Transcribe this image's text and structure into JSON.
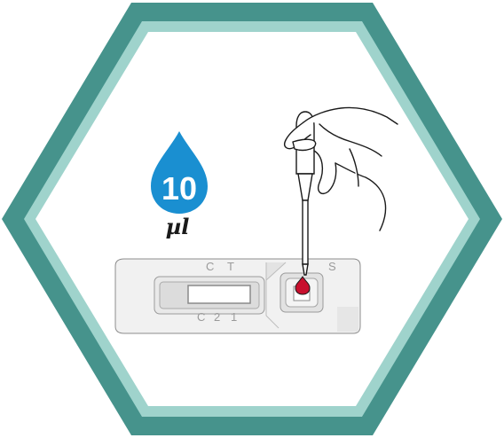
{
  "drop": {
    "number": "10",
    "unit": "µl",
    "color": "#1a8fd1"
  },
  "cassette": {
    "top_labels": [
      "C",
      "T"
    ],
    "sample_label": "S",
    "bottom_labels": [
      "C",
      "2",
      "1"
    ]
  },
  "colors": {
    "frame_outer": "#46938c",
    "frame_inner": "#9fd3cc",
    "blood": "#c8102e",
    "outline": "#1a1a1a"
  },
  "icons": [
    "hexagon-frame",
    "water-drop-icon",
    "test-cassette",
    "pipette-icon",
    "hand-icon",
    "blood-drop-icon"
  ]
}
